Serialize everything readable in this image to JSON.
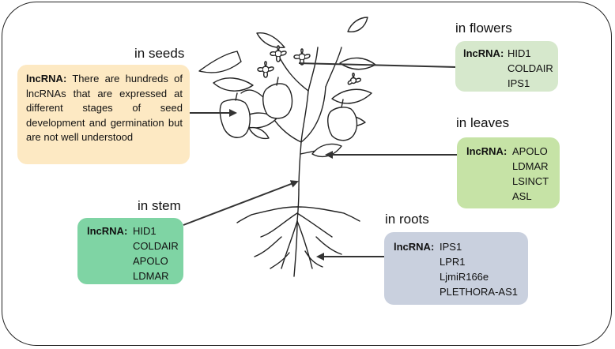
{
  "seeds": {
    "title": "in seeds",
    "lead": "lncRNA:",
    "text": "There are hundreds of lncRNAs that are expressed at different stages of seed development and germination but are not well understood",
    "bg": "#fde9c3"
  },
  "flowers": {
    "title": "in flowers",
    "lead": "lncRNA:",
    "items": [
      "HID1",
      "COLDAIR",
      "IPS1"
    ],
    "bg": "#d6e8cc"
  },
  "leaves": {
    "title": "in leaves",
    "lead": "lncRNA:",
    "items": [
      "APOLO",
      "LDMAR",
      "LSINCT",
      "ASL"
    ],
    "bg": "#c6e3a6"
  },
  "stem": {
    "title": "in stem",
    "lead": "lncRNA:",
    "items": [
      "HID1",
      "COLDAIR",
      "APOLO",
      "LDMAR"
    ],
    "bg": "#7fd4a4"
  },
  "roots": {
    "title": "in roots",
    "lead": "lncRNA:",
    "items": [
      "IPS1",
      "LPR1",
      "LjmiR166e",
      "PLETHORA-AS1"
    ],
    "bg": "#c9d0de"
  }
}
